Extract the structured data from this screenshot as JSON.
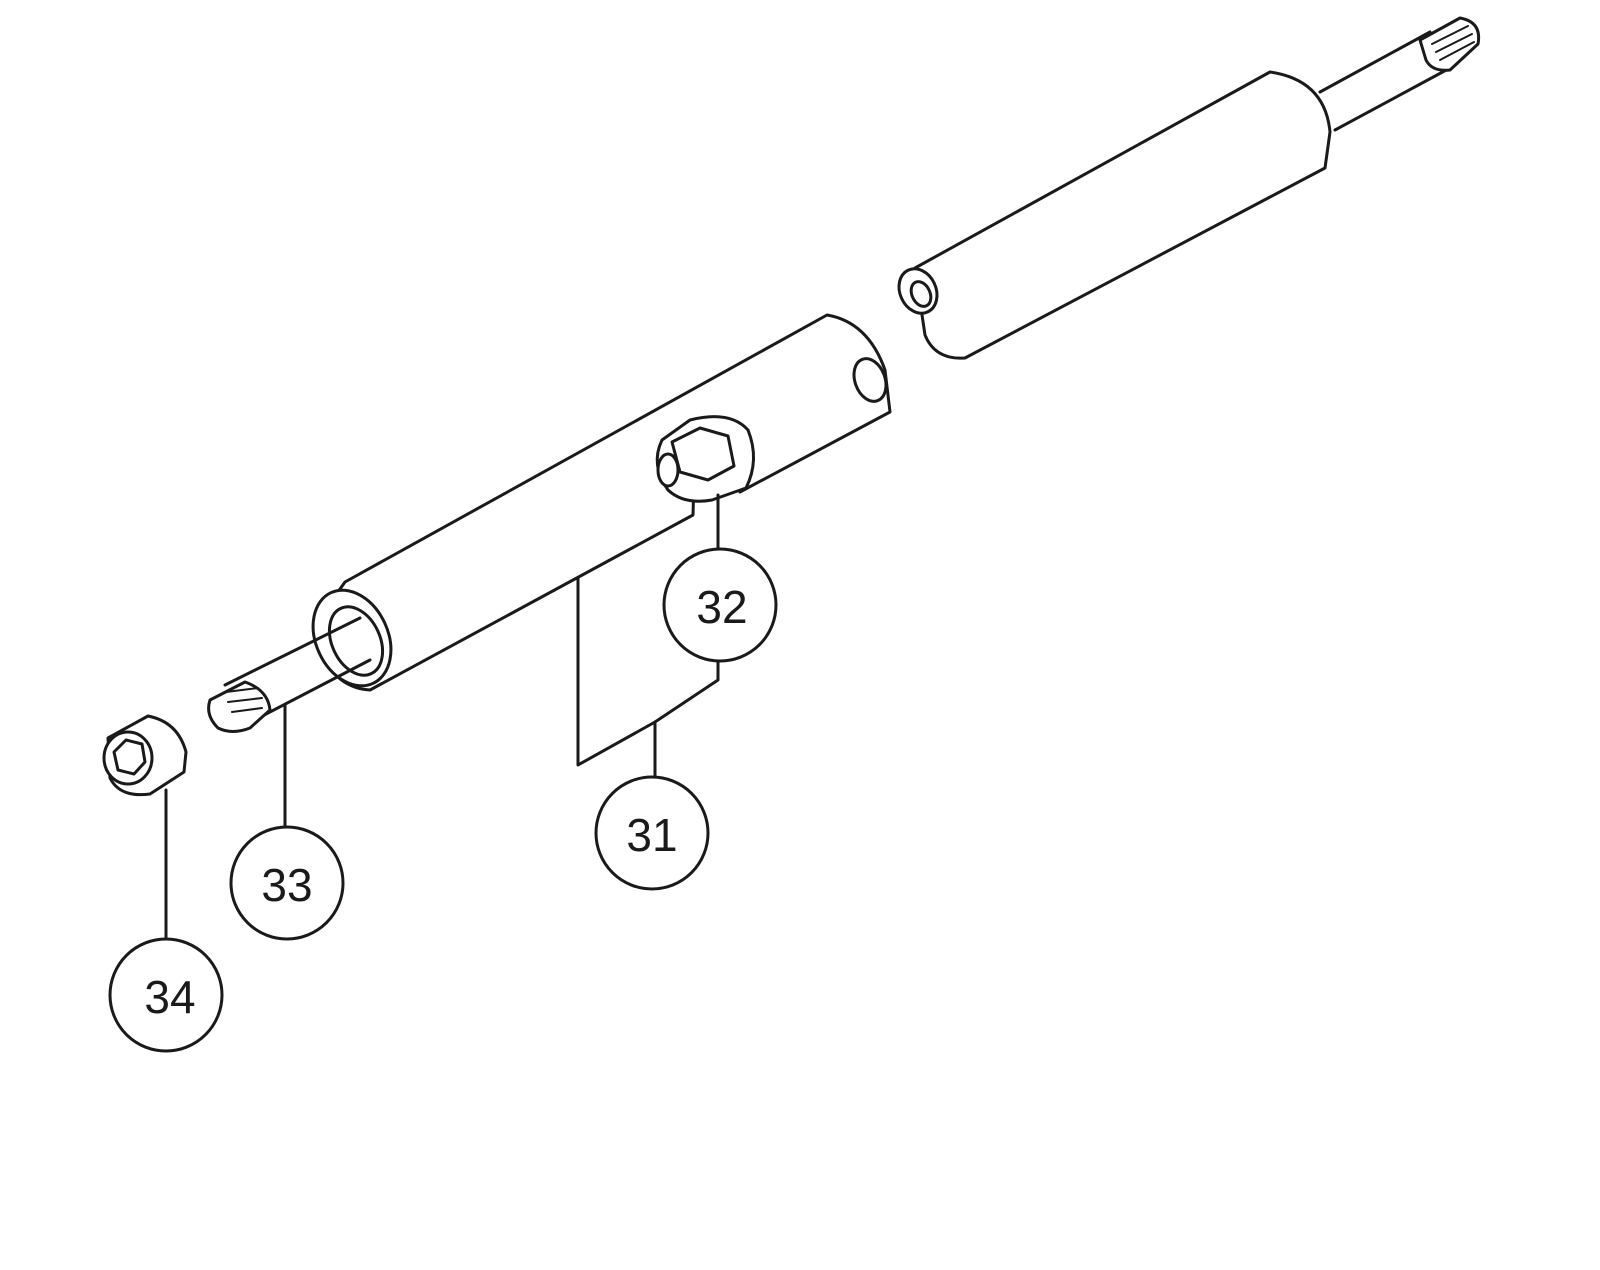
{
  "diagram": {
    "callouts": [
      {
        "id": "31",
        "label": "31"
      },
      {
        "id": "32",
        "label": "32"
      },
      {
        "id": "33",
        "label": "33"
      },
      {
        "id": "34",
        "label": "34"
      }
    ]
  },
  "colors": {
    "line": "#1a1a1a",
    "background": "#ffffff"
  }
}
